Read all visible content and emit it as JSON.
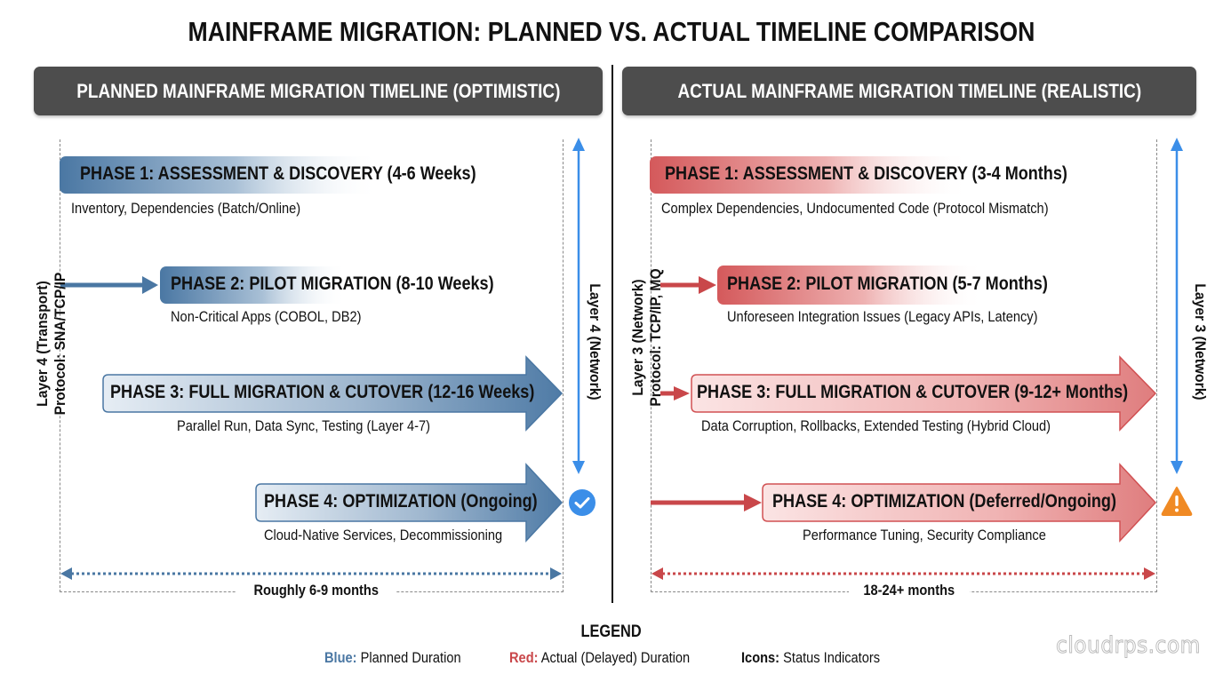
{
  "title": "MAINFRAME MIGRATION: PLANNED VS. ACTUAL TIMELINE COMPARISON",
  "colors": {
    "planned_blue": "#4a77a3",
    "planned_light": "#dde6ef",
    "actual_red": "#c9474a",
    "actual_light": "#f9dede",
    "accent_blue": "#3b8ee8",
    "warning_orange": "#f08a24",
    "header_gray": "#4d4d4d"
  },
  "planned": {
    "header": "PLANNED MAINFRAME MIGRATION TIMELINE (OPTIMISTIC)",
    "side_label_line1": "Layer 4 (Transport)",
    "side_label_line2": "Protocol: SNA/TCP/IP",
    "right_label": "Layer 4 (Network)",
    "status_icon": "check-circle",
    "duration": "Roughly 6-9 months",
    "phases": [
      {
        "label": "PHASE 1: ASSESSMENT & DISCOVERY (4-6 Weeks)",
        "desc": "Inventory, Dependencies (Batch/Online)"
      },
      {
        "label": "PHASE 2: PILOT MIGRATION (8-10 Weeks)",
        "desc": "Non-Critical Apps (COBOL, DB2)"
      },
      {
        "label": "PHASE 3: FULL MIGRATION & CUTOVER (12-16 Weeks)",
        "desc": "Parallel Run, Data Sync, Testing (Layer 4-7)"
      },
      {
        "label": "PHASE 4: OPTIMIZATION (Ongoing)",
        "desc": "Cloud-Native Services, Decommissioning"
      }
    ]
  },
  "actual": {
    "header": "ACTUAL MAINFRAME MIGRATION TIMELINE (REALISTIC)",
    "side_label_line1": "Layer 3 (Network)",
    "side_label_line2": "Protocol: TCP/IP, MQ",
    "right_label": "Layer 3 (Network)",
    "status_icon": "warning-triangle",
    "duration": "18-24+ months",
    "phases": [
      {
        "label": "PHASE 1: ASSESSMENT & DISCOVERY (3-4 Months)",
        "desc": "Complex Dependencies, Undocumented Code (Protocol Mismatch)"
      },
      {
        "label": "PHASE 2: PILOT MIGRATION (5-7 Months)",
        "desc": "Unforeseen Integration Issues (Legacy APIs, Latency)"
      },
      {
        "label": "PHASE 3: FULL MIGRATION & CUTOVER (9-12+ Months)",
        "desc": "Data Corruption, Rollbacks, Extended Testing (Hybrid Cloud)"
      },
      {
        "label": "PHASE 4: OPTIMIZATION (Deferred/Ongoing)",
        "desc": "Performance Tuning, Security Compliance"
      }
    ]
  },
  "legend": {
    "title": "LEGEND",
    "items": [
      {
        "key": "Blue:",
        "text": "Planned Duration",
        "color": "#4a77a3"
      },
      {
        "key": "Red:",
        "text": "Actual (Delayed) Duration",
        "color": "#c9474a"
      },
      {
        "key": "Icons:",
        "text": "Status Indicators",
        "color": "#111111"
      }
    ]
  },
  "watermark": "cloudrps.com"
}
